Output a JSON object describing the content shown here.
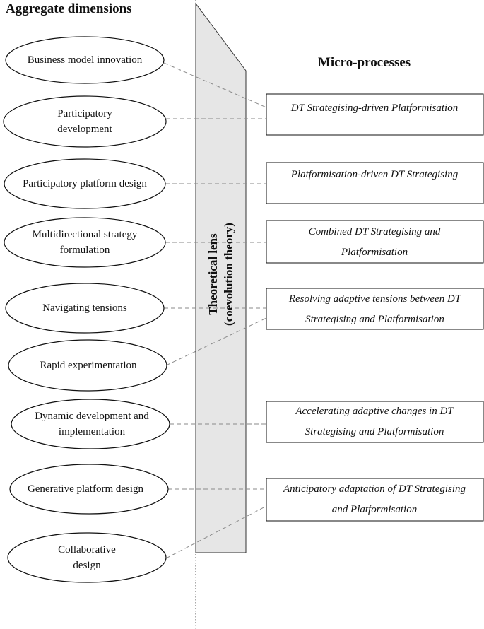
{
  "headings": {
    "left": "Aggregate dimensions",
    "right": "Micro-processes"
  },
  "lens": {
    "line1": "Theoretical lens",
    "line2": "(coevolution theory)"
  },
  "dimensions": [
    "Business model innovation",
    "Participatory development",
    "Participatory platform design",
    "Multidirectional strategy formulation",
    "Navigating tensions",
    "Rapid experimentation",
    "Dynamic development and implementation",
    "Generative platform design",
    "Collaborative design"
  ],
  "processes": [
    "DT Strategising-driven Platformisation",
    "Platformisation-driven DT Strategising",
    "Combined DT Strategising and Platformisation",
    "Resolving adaptive tensions between DT Strategising and Platformisation",
    "Accelerating adaptive changes in DT Strategising and Platformisation",
    "Anticipatory adaptation of DT Strategising and Platformisation"
  ],
  "colors": {
    "lens_fill": "#e6e6e6",
    "stroke": "#111111",
    "connector": "#8a8a8a"
  }
}
